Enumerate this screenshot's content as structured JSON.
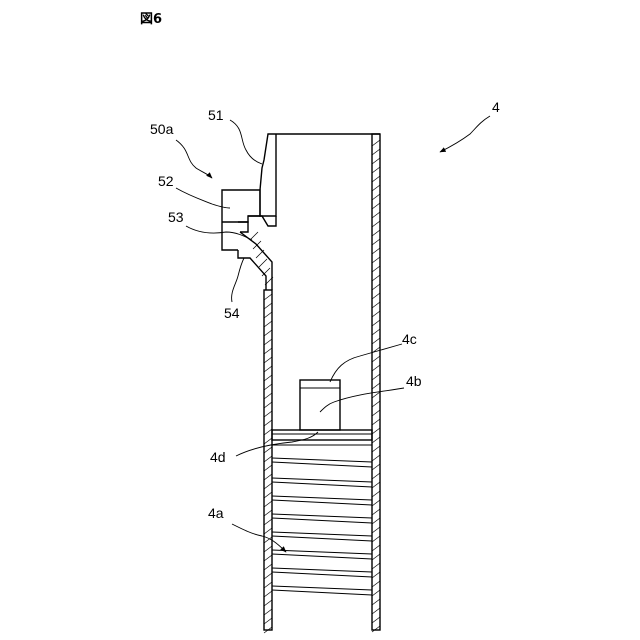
{
  "figure": {
    "label": "図6"
  },
  "refs": {
    "r4": "4",
    "r50a": "50a",
    "r51": "51",
    "r52": "52",
    "r53": "53",
    "r54": "54",
    "r4a": "4a",
    "r4b": "4b",
    "r4c": "4c",
    "r4d": "4d"
  }
}
